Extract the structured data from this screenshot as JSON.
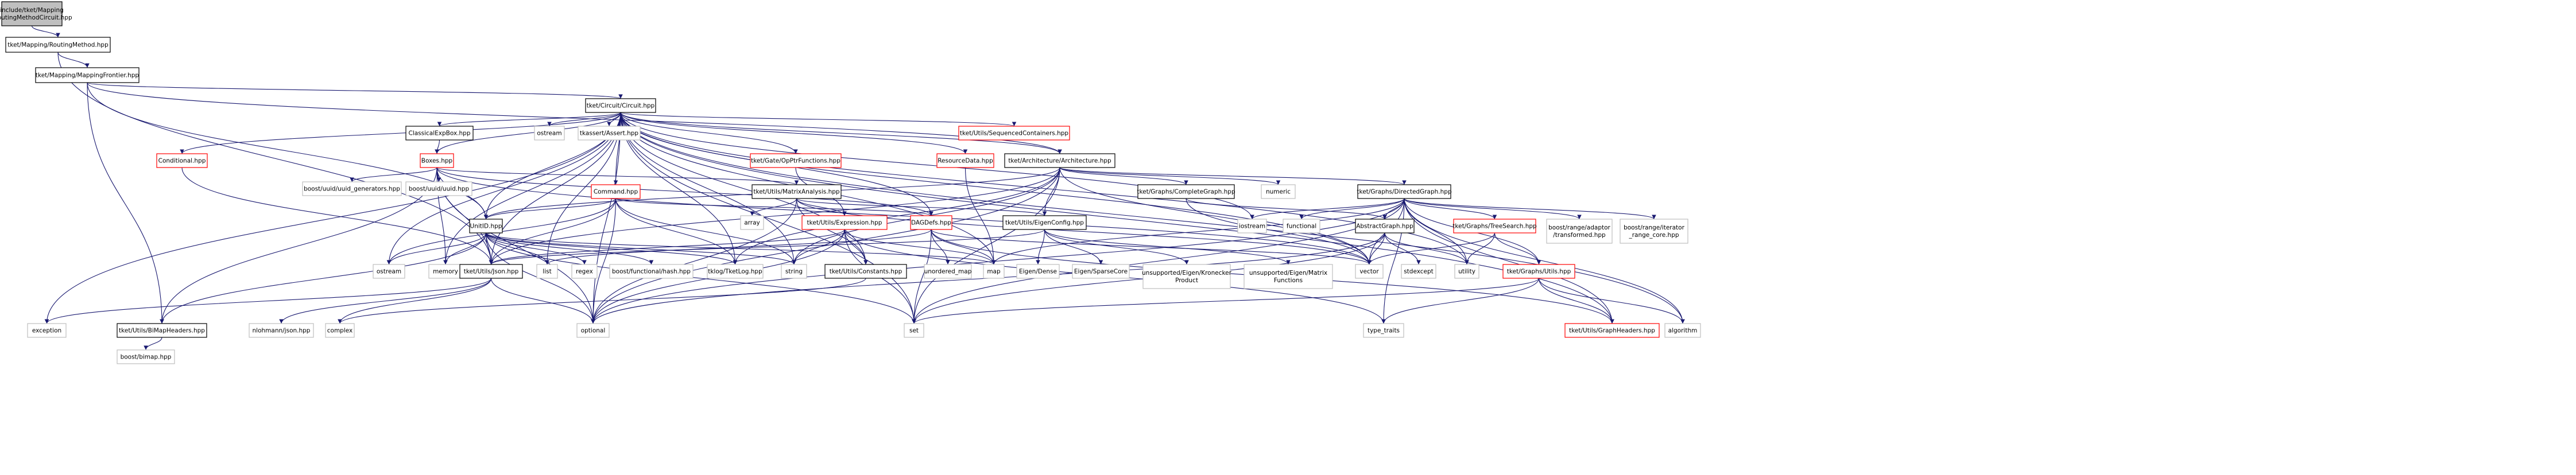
{
  "colors": {
    "edge": "#191970",
    "node_border_internal": "#000000",
    "node_border_red": "#ff0000",
    "node_border_system": "#bfbfbf",
    "root_fill": "#bfbfbf",
    "node_fill": "#ffffff"
  },
  "nodes": [
    {
      "id": "root",
      "style": "root",
      "lines": [
        "include/tket/Mapping",
        "/RoutingMethodCircuit.hpp"
      ]
    },
    {
      "id": "routing_method",
      "style": "internal",
      "lines": [
        "tket/Mapping/RoutingMethod.hpp"
      ]
    },
    {
      "id": "mapping_frontier",
      "style": "internal",
      "lines": [
        "tket/Mapping/MappingFrontier.hpp"
      ]
    },
    {
      "id": "circuit",
      "style": "internal",
      "lines": [
        "tket/Circuit/Circuit.hpp"
      ]
    },
    {
      "id": "classical_expbox",
      "style": "internal",
      "lines": [
        "ClassicalExpBox.hpp"
      ]
    },
    {
      "id": "ostream_top",
      "style": "system",
      "lines": [
        "ostream"
      ]
    },
    {
      "id": "tkassert",
      "style": "system",
      "lines": [
        "tkassert/Assert.hpp"
      ]
    },
    {
      "id": "sequenced_containers",
      "style": "red",
      "lines": [
        "tket/Utils/SequencedContainers.hpp"
      ]
    },
    {
      "id": "conditional",
      "style": "red",
      "lines": [
        "Conditional.hpp"
      ]
    },
    {
      "id": "boxes",
      "style": "red",
      "lines": [
        "Boxes.hpp"
      ]
    },
    {
      "id": "opptr_functions",
      "style": "red",
      "lines": [
        "tket/Gate/OpPtrFunctions.hpp"
      ]
    },
    {
      "id": "resource_data",
      "style": "red",
      "lines": [
        "ResourceData.hpp"
      ]
    },
    {
      "id": "architecture",
      "style": "internal",
      "lines": [
        "tket/Architecture/Architecture.hpp"
      ]
    },
    {
      "id": "uuid_generators",
      "style": "system",
      "lines": [
        "boost/uuid/uuid_generators.hpp"
      ]
    },
    {
      "id": "uuid",
      "style": "system",
      "lines": [
        "boost/uuid/uuid.hpp"
      ]
    },
    {
      "id": "command",
      "style": "red",
      "lines": [
        "Command.hpp"
      ]
    },
    {
      "id": "matrix_analysis",
      "style": "internal",
      "lines": [
        "tket/Utils/MatrixAnalysis.hpp"
      ]
    },
    {
      "id": "complete_graph",
      "style": "internal",
      "lines": [
        "tket/Graphs/CompleteGraph.hpp"
      ]
    },
    {
      "id": "numeric",
      "style": "system",
      "lines": [
        "numeric"
      ]
    },
    {
      "id": "directed_graph",
      "style": "internal",
      "lines": [
        "tket/Graphs/DirectedGraph.hpp"
      ]
    },
    {
      "id": "array",
      "style": "system",
      "lines": [
        "array"
      ]
    },
    {
      "id": "expression",
      "style": "red",
      "lines": [
        "tket/Utils/Expression.hpp"
      ]
    },
    {
      "id": "dagdefs",
      "style": "red",
      "lines": [
        "DAGDefs.hpp"
      ]
    },
    {
      "id": "eigen_config",
      "style": "internal",
      "lines": [
        "tket/Utils/EigenConfig.hpp"
      ]
    },
    {
      "id": "unitid",
      "style": "internal",
      "lines": [
        "UnitID.hpp"
      ]
    },
    {
      "id": "iostream",
      "style": "system",
      "lines": [
        "iostream"
      ]
    },
    {
      "id": "functional",
      "style": "system",
      "lines": [
        "functional"
      ]
    },
    {
      "id": "abstract_graph",
      "style": "internal",
      "lines": [
        "AbstractGraph.hpp"
      ]
    },
    {
      "id": "tree_search",
      "style": "red",
      "lines": [
        "tket/Graphs/TreeSearch.hpp"
      ]
    },
    {
      "id": "transformed",
      "style": "system",
      "lines": [
        "boost/range/adaptor",
        "/transformed.hpp"
      ]
    },
    {
      "id": "iterator_range",
      "style": "system",
      "lines": [
        "boost/range/iterator",
        "_range_core.hpp"
      ]
    },
    {
      "id": "exception",
      "style": "system",
      "lines": [
        "exception"
      ]
    },
    {
      "id": "ostream",
      "style": "system",
      "lines": [
        "ostream"
      ]
    },
    {
      "id": "memory",
      "style": "system",
      "lines": [
        "memory"
      ]
    },
    {
      "id": "json",
      "style": "internal",
      "lines": [
        "tket/Utils/Json.hpp"
      ]
    },
    {
      "id": "list",
      "style": "system",
      "lines": [
        "list"
      ]
    },
    {
      "id": "regex",
      "style": "system",
      "lines": [
        "regex"
      ]
    },
    {
      "id": "functional_hash",
      "style": "system",
      "lines": [
        "boost/functional/hash.hpp"
      ]
    },
    {
      "id": "tklog",
      "style": "system",
      "lines": [
        "tklog/TketLog.hpp"
      ]
    },
    {
      "id": "string",
      "style": "system",
      "lines": [
        "string"
      ]
    },
    {
      "id": "constants",
      "style": "internal",
      "lines": [
        "tket/Utils/Constants.hpp"
      ]
    },
    {
      "id": "unordered_map",
      "style": "system",
      "lines": [
        "unordered_map"
      ]
    },
    {
      "id": "map",
      "style": "system",
      "lines": [
        "map"
      ]
    },
    {
      "id": "eigen_dense",
      "style": "system",
      "lines": [
        "Eigen/Dense"
      ]
    },
    {
      "id": "eigen_sparse",
      "style": "system",
      "lines": [
        "Eigen/SparseCore"
      ]
    },
    {
      "id": "kronecker",
      "style": "system",
      "lines": [
        "unsupported/Eigen/Kronecker",
        "Product"
      ]
    },
    {
      "id": "matrix_functions",
      "style": "system",
      "lines": [
        "unsupported/Eigen/Matrix",
        "Functions"
      ]
    },
    {
      "id": "vector",
      "style": "system",
      "lines": [
        "vector"
      ]
    },
    {
      "id": "stdexcept",
      "style": "system",
      "lines": [
        "stdexcept"
      ]
    },
    {
      "id": "utility",
      "style": "system",
      "lines": [
        "utility"
      ]
    },
    {
      "id": "graphs_utils",
      "style": "red",
      "lines": [
        "tket/Graphs/Utils.hpp"
      ]
    },
    {
      "id": "bimap_headers",
      "style": "internal",
      "lines": [
        "tket/Utils/BiMapHeaders.hpp"
      ]
    },
    {
      "id": "nlohmann",
      "style": "system",
      "lines": [
        "nlohmann/json.hpp"
      ]
    },
    {
      "id": "complex",
      "style": "system",
      "lines": [
        "complex"
      ]
    },
    {
      "id": "optional",
      "style": "system",
      "lines": [
        "optional"
      ]
    },
    {
      "id": "set",
      "style": "system",
      "lines": [
        "set"
      ]
    },
    {
      "id": "type_traits",
      "style": "system",
      "lines": [
        "type_traits"
      ]
    },
    {
      "id": "graph_headers",
      "style": "red",
      "lines": [
        "tket/Utils/GraphHeaders.hpp"
      ]
    },
    {
      "id": "algorithm",
      "style": "system",
      "lines": [
        "algorithm"
      ]
    },
    {
      "id": "bimap",
      "style": "system",
      "lines": [
        "boost/bimap.hpp"
      ]
    }
  ],
  "edges": [
    [
      "root",
      "routing_method"
    ],
    [
      "routing_method",
      "mapping_frontier"
    ],
    [
      "routing_method",
      "json"
    ],
    [
      "mapping_frontier",
      "circuit"
    ],
    [
      "mapping_frontier",
      "unitid"
    ],
    [
      "mapping_frontier",
      "bimap_headers"
    ],
    [
      "mapping_frontier",
      "architecture"
    ],
    [
      "circuit",
      "classical_expbox"
    ],
    [
      "circuit",
      "ostream_top"
    ],
    [
      "circuit",
      "tkassert"
    ],
    [
      "circuit",
      "sequenced_containers"
    ],
    [
      "circuit",
      "conditional"
    ],
    [
      "circuit",
      "boxes"
    ],
    [
      "circuit",
      "opptr_functions"
    ],
    [
      "circuit",
      "resource_data"
    ],
    [
      "circuit",
      "architecture"
    ],
    [
      "circuit",
      "command"
    ],
    [
      "circuit",
      "dagdefs"
    ],
    [
      "circuit",
      "unitid"
    ],
    [
      "circuit",
      "exception"
    ],
    [
      "circuit",
      "ostream"
    ],
    [
      "circuit",
      "memory"
    ],
    [
      "circuit",
      "json"
    ],
    [
      "circuit",
      "list"
    ],
    [
      "circuit",
      "tklog"
    ],
    [
      "circuit",
      "string"
    ],
    [
      "circuit",
      "constants"
    ],
    [
      "circuit",
      "map"
    ],
    [
      "circuit",
      "optional"
    ],
    [
      "circuit",
      "vector"
    ],
    [
      "circuit",
      "iostream"
    ],
    [
      "circuit",
      "graph_headers"
    ],
    [
      "circuit",
      "algorithm"
    ],
    [
      "circuit",
      "utility"
    ],
    [
      "circuit",
      "set"
    ],
    [
      "classical_expbox",
      "boxes"
    ],
    [
      "conditional",
      "json"
    ],
    [
      "boxes",
      "uuid_generators"
    ],
    [
      "boxes",
      "uuid"
    ],
    [
      "boxes",
      "matrix_analysis"
    ],
    [
      "boxes",
      "unitid"
    ],
    [
      "boxes",
      "memory"
    ],
    [
      "boxes",
      "json"
    ],
    [
      "boxes",
      "optional"
    ],
    [
      "boxes",
      "vector"
    ],
    [
      "boxes",
      "bimap_headers"
    ],
    [
      "boxes",
      "dagdefs"
    ],
    [
      "opptr_functions",
      "expression"
    ],
    [
      "resource_data",
      "map"
    ],
    [
      "architecture",
      "complete_graph"
    ],
    [
      "architecture",
      "numeric"
    ],
    [
      "architecture",
      "directed_graph"
    ],
    [
      "architecture",
      "unitid"
    ],
    [
      "architecture",
      "eigen_config"
    ],
    [
      "architecture",
      "json"
    ],
    [
      "architecture",
      "tklog"
    ],
    [
      "architecture",
      "string"
    ],
    [
      "architecture",
      "vector"
    ],
    [
      "architecture",
      "set"
    ],
    [
      "architecture",
      "optional"
    ],
    [
      "command",
      "unitid"
    ],
    [
      "command",
      "dagdefs"
    ],
    [
      "command",
      "json"
    ],
    [
      "command",
      "string"
    ],
    [
      "command",
      "tklog"
    ],
    [
      "command",
      "optional"
    ],
    [
      "command",
      "ostream"
    ],
    [
      "matrix_analysis",
      "array"
    ],
    [
      "matrix_analysis",
      "expression"
    ],
    [
      "matrix_analysis",
      "eigen_config"
    ],
    [
      "matrix_analysis",
      "constants"
    ],
    [
      "matrix_analysis",
      "optional"
    ],
    [
      "matrix_analysis",
      "vector"
    ],
    [
      "complete_graph",
      "abstract_graph"
    ],
    [
      "complete_graph",
      "vector"
    ],
    [
      "directed_graph",
      "abstract_graph"
    ],
    [
      "directed_graph",
      "tree_search"
    ],
    [
      "directed_graph",
      "transformed"
    ],
    [
      "directed_graph",
      "iterator_range"
    ],
    [
      "directed_graph",
      "graphs_utils"
    ],
    [
      "directed_graph",
      "functional"
    ],
    [
      "directed_graph",
      "iostream"
    ],
    [
      "directed_graph",
      "graph_headers"
    ],
    [
      "directed_graph",
      "map"
    ],
    [
      "directed_graph",
      "vector"
    ],
    [
      "directed_graph",
      "utility"
    ],
    [
      "directed_graph",
      "type_traits"
    ],
    [
      "directed_graph",
      "optional"
    ],
    [
      "directed_graph",
      "set"
    ],
    [
      "directed_graph",
      "algorithm"
    ],
    [
      "expression",
      "json"
    ],
    [
      "expression",
      "constants"
    ],
    [
      "expression",
      "set"
    ],
    [
      "expression",
      "string"
    ],
    [
      "expression",
      "optional"
    ],
    [
      "expression",
      "map"
    ],
    [
      "expression",
      "type_traits"
    ],
    [
      "dagdefs",
      "unordered_map"
    ],
    [
      "dagdefs",
      "list"
    ],
    [
      "dagdefs",
      "vector"
    ],
    [
      "dagdefs",
      "map"
    ],
    [
      "dagdefs",
      "set"
    ],
    [
      "dagdefs",
      "graph_headers"
    ],
    [
      "eigen_config",
      "eigen_dense"
    ],
    [
      "eigen_config",
      "eigen_sparse"
    ],
    [
      "eigen_config",
      "kronecker"
    ],
    [
      "eigen_config",
      "matrix_functions"
    ],
    [
      "eigen_config",
      "json"
    ],
    [
      "unitid",
      "json"
    ],
    [
      "unitid",
      "ostream"
    ],
    [
      "unitid",
      "memory"
    ],
    [
      "unitid",
      "list"
    ],
    [
      "unitid",
      "regex"
    ],
    [
      "unitid",
      "functional_hash"
    ],
    [
      "unitid",
      "tklog"
    ],
    [
      "unitid",
      "string"
    ],
    [
      "unitid",
      "map"
    ],
    [
      "unitid",
      "optional"
    ],
    [
      "unitid",
      "set"
    ],
    [
      "unitid",
      "bimap_headers"
    ],
    [
      "abstract_graph",
      "vector"
    ],
    [
      "abstract_graph",
      "stdexcept"
    ],
    [
      "abstract_graph",
      "utility"
    ],
    [
      "abstract_graph",
      "optional"
    ],
    [
      "abstract_graph",
      "set"
    ],
    [
      "tree_search",
      "graphs_utils"
    ],
    [
      "tree_search",
      "utility"
    ],
    [
      "tree_search",
      "vector"
    ],
    [
      "graphs_utils",
      "graph_headers"
    ],
    [
      "graphs_utils",
      "set"
    ],
    [
      "graphs_utils",
      "type_traits"
    ],
    [
      "graphs_utils",
      "algorithm"
    ],
    [
      "json",
      "exception"
    ],
    [
      "json",
      "nlohmann"
    ],
    [
      "json",
      "complex"
    ],
    [
      "json",
      "optional"
    ],
    [
      "constants",
      "complex"
    ],
    [
      "bimap_headers",
      "bimap"
    ]
  ]
}
